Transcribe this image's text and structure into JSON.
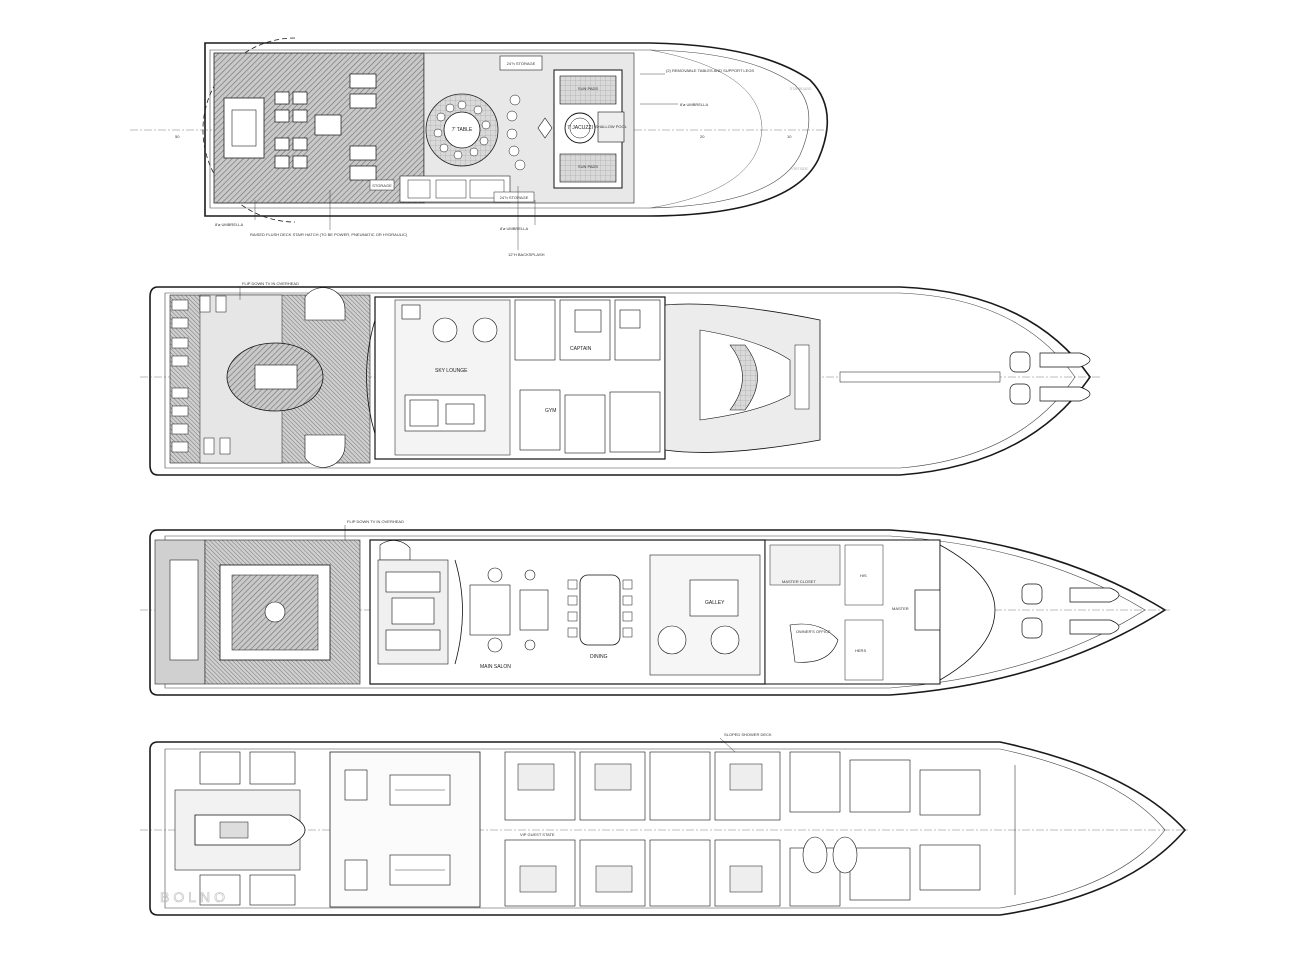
{
  "colors": {
    "line": "#1a1a1a",
    "deck": "#bdbdbd",
    "teak": "#8f8f8f",
    "paper": "#ffffff"
  },
  "sun_deck": {
    "labels": {
      "storage_top": "24\"h STORAGE",
      "table": "7' TABLE",
      "jacuzzi": "7' JACUZZI",
      "sun_pads_top": "SUN PADS",
      "sun_pads_bottom": "SUN PADS",
      "shallow_pool": "SHALLOW POOL",
      "removable_tables": "(2) REMOVABLE TABLES AND SUPPORT LEGS",
      "umbrella_right": "8'ø UMBRELLA",
      "storage_left": "STORAGE",
      "storage_bottom": "24\"h STORAGE",
      "umbrella_bottom": "8'ø UMBRELLA",
      "backsplash": "12\"H BACKSPLASH",
      "hatch": "RAISED FLUSH DECK STAIR HATCH (TO BE POWER, PNEUMATIC OR HYDRAULIC)",
      "umbrella_left": "8'ø UMBRELLA",
      "frame_50": "50",
      "frame_10": "10",
      "frame_20": "20"
    }
  },
  "bridge_deck": {
    "labels": {
      "flip_tv": "FLIP DOWN TV IN OVERHEAD",
      "sky_lounge": "SKY LOUNGE",
      "captain": "CAPTAIN",
      "gym": "GYM"
    }
  },
  "main_deck": {
    "labels": {
      "flip_tv": "FLIP DOWN TV IN OVERHEAD",
      "main_salon": "MAIN SALON",
      "dining": "DINING",
      "galley": "GALLEY",
      "master_closet": "MASTER CLOSET",
      "his": "HIS",
      "hers": "HERS",
      "owners_office": "OWNER'S OFFICE",
      "master": "MASTER"
    }
  },
  "lower_deck": {
    "labels": {
      "sloped_shower": "SLOPED SHOWER DECK",
      "vip_guest": "VIP GUEST STATE"
    }
  },
  "watermark": "BOLNO"
}
